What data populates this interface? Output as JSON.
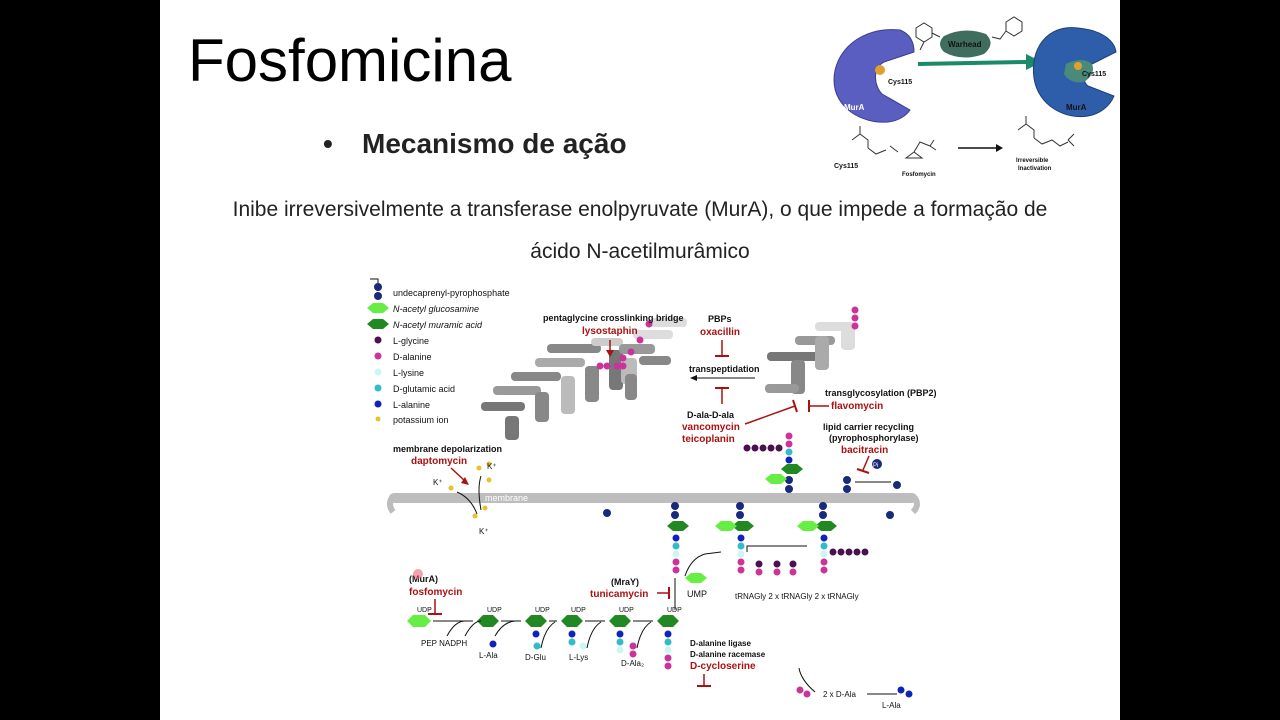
{
  "slide": {
    "title": "Fosfomicina",
    "bullet_symbol": "•",
    "bullet": "Mecanismo de ação",
    "body_line1": "Inibe irreversivelmente a transferase enolpyruvate (MurA), o que impede a formação de",
    "body_line2": "ácido N-acetilmurâmico"
  },
  "inset": {
    "mura_left": "MurA",
    "mura_right": "MurA",
    "cys_left": "Cys115",
    "cys_right": "Cys115",
    "warhead": "Warhead",
    "cys_chem": "Cys115",
    "fosfomycin": "Fosfomycin",
    "irreversible": "Irreversible",
    "inactivation": "Inactivation"
  },
  "legend": [
    {
      "label": "undecaprenyl-pyrophosphate",
      "color": "#1a2a7a"
    },
    {
      "label": "N-acetyl glucosamine",
      "color": "#66ee44"
    },
    {
      "label": "N-acetyl muramic acid",
      "color": "#228822"
    },
    {
      "label": "L-glycine",
      "color": "#4a1050"
    },
    {
      "label": "D-alanine",
      "color": "#cc3399"
    },
    {
      "label": "L-lysine",
      "color": "#ccf5f5"
    },
    {
      "label": "D-glutamic acid",
      "color": "#33bbcc"
    },
    {
      "label": "L-alanine",
      "color": "#1122bb"
    },
    {
      "label": "potassium ion",
      "color": "#e8c030"
    }
  ],
  "diagram": {
    "pentaglycine": "pentaglycine crosslinking bridge",
    "lysostaphin": "lysostaphin",
    "pbps": "PBPs",
    "oxacillin": "oxacillin",
    "transpeptidation": "transpeptidation",
    "dala": "D-ala-D-ala",
    "vancomycin": "vancomycin",
    "teicoplanin": "teicoplanin",
    "transglyco": "transglycosylation (PBP2)",
    "flavomycin": "flavomycin",
    "lipid1": "lipid carrier recycling",
    "lipid2": "(pyrophosphorylase)",
    "bacitracin": "bacitracin",
    "membrane_depol": "membrane depolarization",
    "daptomycin": "daptomycin",
    "k1": "K⁺",
    "k2": "K⁺",
    "k3": "K⁺",
    "membrane": "membrane",
    "pi": "Pi",
    "mura": "(MurA)",
    "fosfomycin": "fosfomycin",
    "mray": "(MraY)",
    "tunicamycin": "tunicamycin",
    "ump": "UMP",
    "udp": "UDP",
    "pep_nadph": "PEP NADPH",
    "lala": "L-Ala",
    "dglu": "D-Glu",
    "llys": "L-Lys",
    "dala2": "D-Ala₂",
    "trna": "tRNAGly 2 x tRNAGly 2 x tRNAGly",
    "ligase": "D-alanine ligase",
    "racemase": "D-alanine racemase",
    "cycloserine": "D-cycloserine",
    "two_dala": "2 x D-Ala",
    "lala2": "L-Ala"
  }
}
